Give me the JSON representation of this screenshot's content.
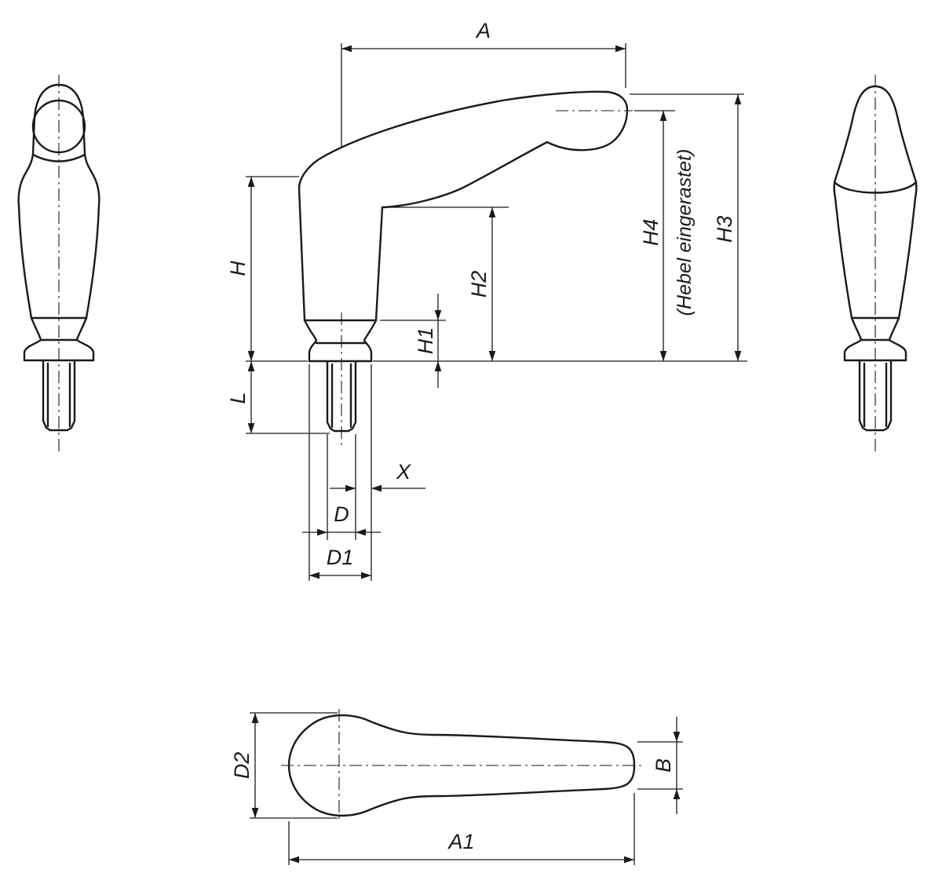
{
  "drawing": {
    "type": "technical dimension drawing, adjustable clamping lever, three orthographic views plus plan view",
    "colors": {
      "line": "#1a1a1a",
      "background": "#ffffff"
    },
    "labels": {
      "A": "A",
      "H": "H",
      "L": "L",
      "H1": "H1",
      "H2": "H2",
      "H4": "H4",
      "H4_note": "(Hebel eingerastet)",
      "H3": "H3",
      "X": "X",
      "D": "D",
      "D1": "D1",
      "D2": "D2",
      "B": "B",
      "A1": "A1"
    }
  }
}
